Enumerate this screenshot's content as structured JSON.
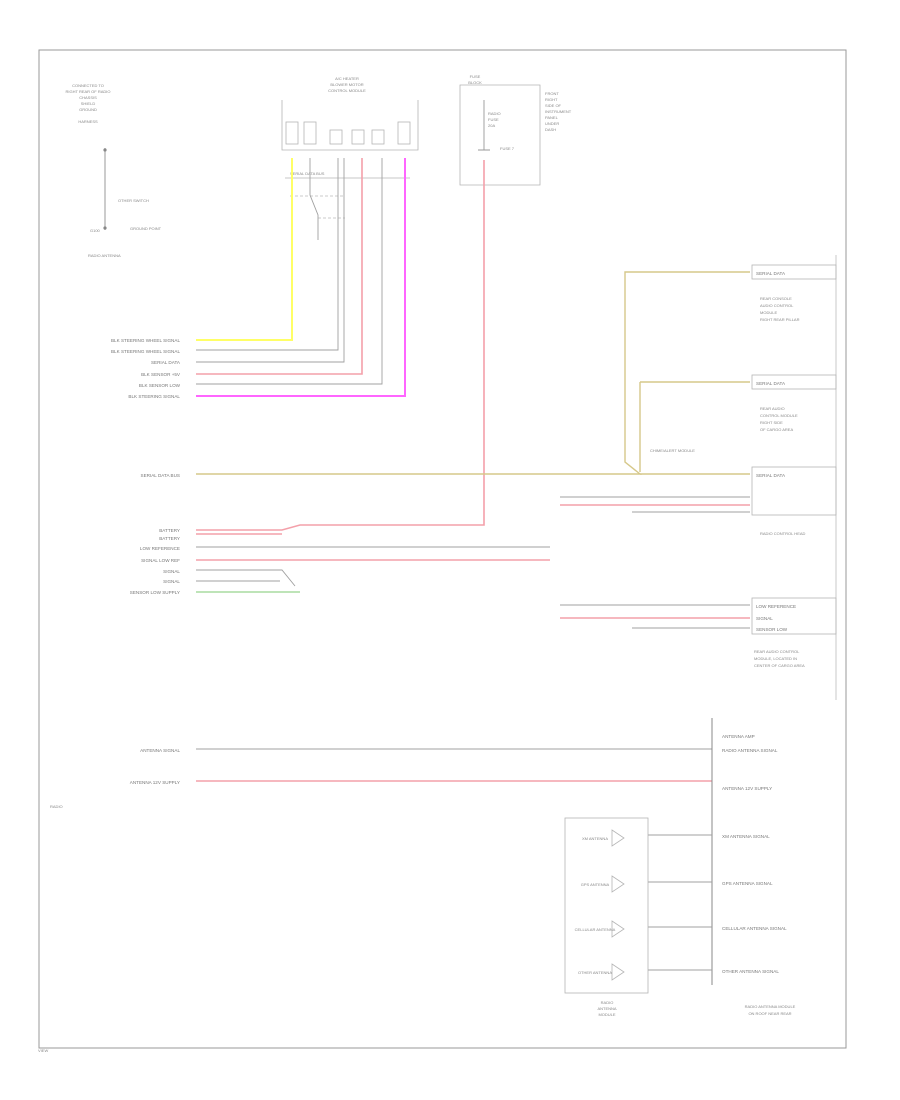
{
  "diagram": {
    "left_block": {
      "lines": [
        "CONNECTED TO",
        "RIGHT REAR OF RADIO",
        "CHASSIS",
        "SHIELD",
        "GROUND",
        "",
        "HARNESS"
      ],
      "switch": "OTHER SWITCH",
      "ground": "G100",
      "ground_label": "GROUND POINT",
      "bottom": "RADIO ANTENNA"
    },
    "top_center": {
      "title": [
        "A/C HEATER",
        "BLOWER MOTOR",
        "CONTROL MODULE"
      ]
    },
    "fuse_block": {
      "title": [
        "FUSE",
        "BLOCK"
      ],
      "details": [
        "RADIO",
        "FUSE",
        "20A"
      ],
      "side": [
        "FRONT",
        "RIGHT",
        "SIDE OF",
        "INSTRUMENT",
        "PANEL",
        "UNDER",
        "DASH"
      ],
      "note": "FUSE 7"
    },
    "radio_pins_left": [
      "BLK STEERING WHEEL SIGNAL",
      "BLK STEERING WHEEL SIGNAL",
      "SERIAL DATA",
      "BLK SENSOR +5V",
      "BLK SENSOR LOW",
      "BLK STEERING SIGNAL"
    ],
    "serial_line": "SERIAL DATA BUS",
    "battery_block": [
      "BATTERY",
      "BATTERY",
      "LOW REFERENCE",
      "SIGNAL LOW REF",
      "SIGNAL",
      "SIGNAL",
      "SENSOR LOW SUPPLY"
    ],
    "right_connectors": {
      "top": "SERIAL DATA",
      "note1": [
        "REAR CONSOLE",
        "AUDIO CONTROL",
        "MODULE",
        "RIGHT REAR PILLAR"
      ],
      "middle": "SERIAL DATA",
      "note2": [
        "REAR AUDIO",
        "CONTROL MODULE",
        "RIGHT SIDE",
        "OF CARGO AREA"
      ],
      "bottom": "SERIAL DATA",
      "inner": "CHIME/ALERT MODULE",
      "lower_label": "RADIO CONTROL HEAD"
    },
    "lower_right_block": {
      "pins": [
        "LOW REFERENCE",
        "SIGNAL",
        "SENSOR LOW"
      ],
      "note": [
        "REAR AUDIO CONTROL",
        "MODULE, LOCATED IN",
        "CENTER OF CARGO AREA"
      ]
    },
    "antenna_block": {
      "pins": [
        "ANTENNA AMP",
        "RADIO ANTENNA SIGNAL",
        "ANTENNA 12V SUPPLY",
        "XM ANTENNA SIGNAL",
        "GPS ANTENNA SIGNAL",
        "CELLULAR ANTENNA SIGNAL",
        "OTHER ANTENNA SIGNAL"
      ],
      "left_labels": [
        "ANTENNA SIGNAL",
        "ANTENNA 12V SUPPLY"
      ],
      "amplifiers": [
        "XM ANTENNA",
        "GPS ANTENNA",
        "CELLULAR ANTENNA",
        "OTHER ANTENNA"
      ],
      "amp_box": [
        "RADIO",
        "ANTENNA",
        "MODULE"
      ],
      "bottom_note": [
        "RADIO ANTENNA MODULE",
        "ON ROOF NEAR REAR"
      ]
    },
    "frame_label": "RADIO",
    "footer": "VIEW"
  }
}
